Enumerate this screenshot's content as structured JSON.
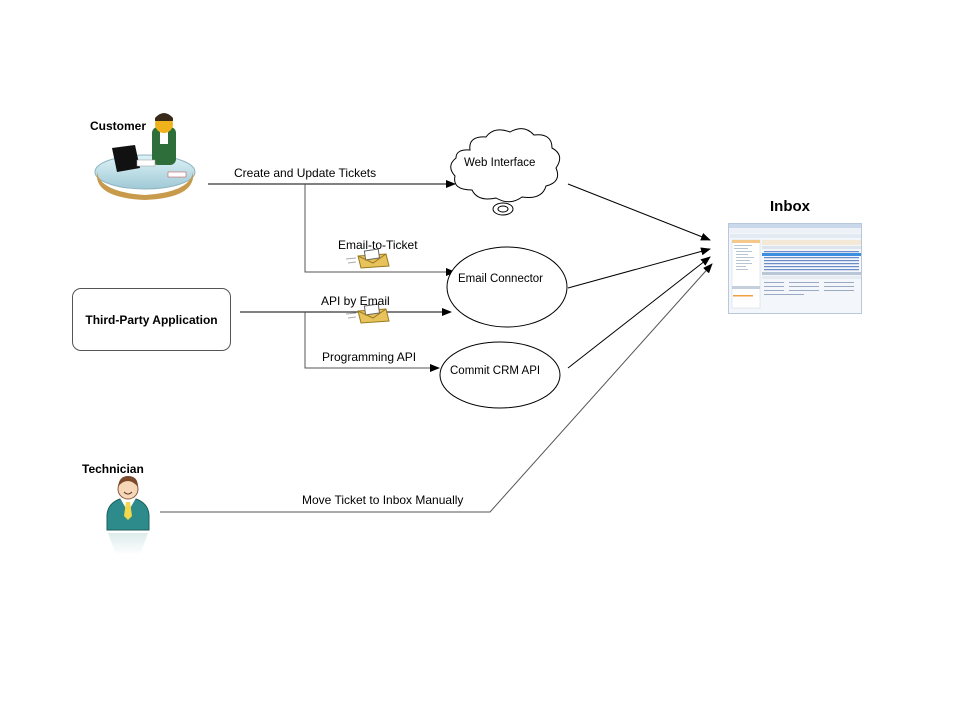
{
  "diagram": {
    "title": "Ticket intake channels to Inbox",
    "actors": {
      "customer": {
        "label": "Customer",
        "icon": "customer-at-desk-icon"
      },
      "third_party": {
        "label": "Third-Party Application"
      },
      "technician": {
        "label": "Technician",
        "icon": "technician-person-icon"
      }
    },
    "nodes": {
      "web_interface": {
        "label": "Web Interface",
        "shape": "cloud"
      },
      "email_connector": {
        "label": "Email Connector",
        "shape": "ellipse"
      },
      "commit_crm_api": {
        "label": "Commit CRM API",
        "shape": "ellipse"
      },
      "inbox": {
        "label": "Inbox",
        "thumbnail": "inbox-window-screenshot"
      }
    },
    "edges": [
      {
        "from": "customer",
        "to": "web_interface",
        "label": "Create and Update Tickets"
      },
      {
        "from": "customer",
        "to": "email_connector",
        "label": "Email-to-Ticket",
        "icon": "email-envelope-icon"
      },
      {
        "from": "third_party",
        "to": "email_connector",
        "label": "API by Email",
        "icon": "email-envelope-icon"
      },
      {
        "from": "third_party",
        "to": "commit_crm_api",
        "label": "Programming API"
      },
      {
        "from": "technician",
        "to": "inbox",
        "label": "Move Ticket to Inbox Manually"
      },
      {
        "from": "web_interface",
        "to": "inbox",
        "label": ""
      },
      {
        "from": "email_connector",
        "to": "inbox",
        "label": ""
      },
      {
        "from": "commit_crm_api",
        "to": "inbox",
        "label": ""
      }
    ],
    "colors": {
      "line": "#000000",
      "line_gray": "#555555",
      "technician_suit": "#2e8b8b",
      "customer_vest": "#2d6e3a",
      "envelope": "#e8c25a",
      "inbox_highlight": "#3b8fe0"
    }
  }
}
